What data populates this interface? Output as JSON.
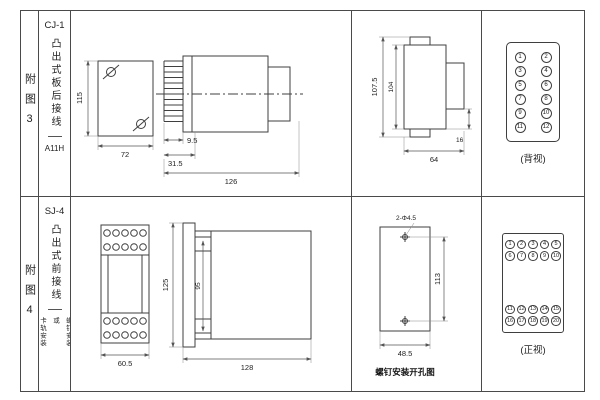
{
  "fig3": {
    "label": "附图3",
    "model": "CJ-1",
    "desc": "凸出式板后接线",
    "code": "A11H",
    "view_label": "(背视)",
    "dims": {
      "front_height": "115",
      "front_width": "72",
      "pin_len": "9.5",
      "flange_len": "31.5",
      "total_len": "126",
      "outer_height": "107.5",
      "inner_height": "104",
      "step": "16",
      "depth": "64"
    },
    "terminals": [
      [
        1,
        2
      ],
      [
        3,
        4
      ],
      [
        5,
        6
      ],
      [
        7,
        8
      ],
      [
        9,
        10
      ],
      [
        11,
        12
      ]
    ]
  },
  "fig4": {
    "label": "附图4",
    "model": "SJ-4",
    "desc": "凸出式前接线",
    "mount_lines": [
      "卡轨安装",
      "或",
      "螺钉安装"
    ],
    "view_label": "(正视)",
    "drill_caption": "螺钉安装开孔图",
    "dims": {
      "front_width": "60.5",
      "side_height": "125",
      "inner_height": "95",
      "side_width": "128",
      "drill_height": "113",
      "drill_width": "48.5",
      "drill_holes": "2-Φ4.5"
    },
    "terminals_top": [
      [
        1,
        2,
        3,
        4,
        5
      ],
      [
        6,
        7,
        8,
        9,
        10
      ]
    ],
    "terminals_bottom": [
      [
        11,
        12,
        13,
        14,
        15
      ],
      [
        16,
        17,
        18,
        19,
        20
      ]
    ]
  }
}
